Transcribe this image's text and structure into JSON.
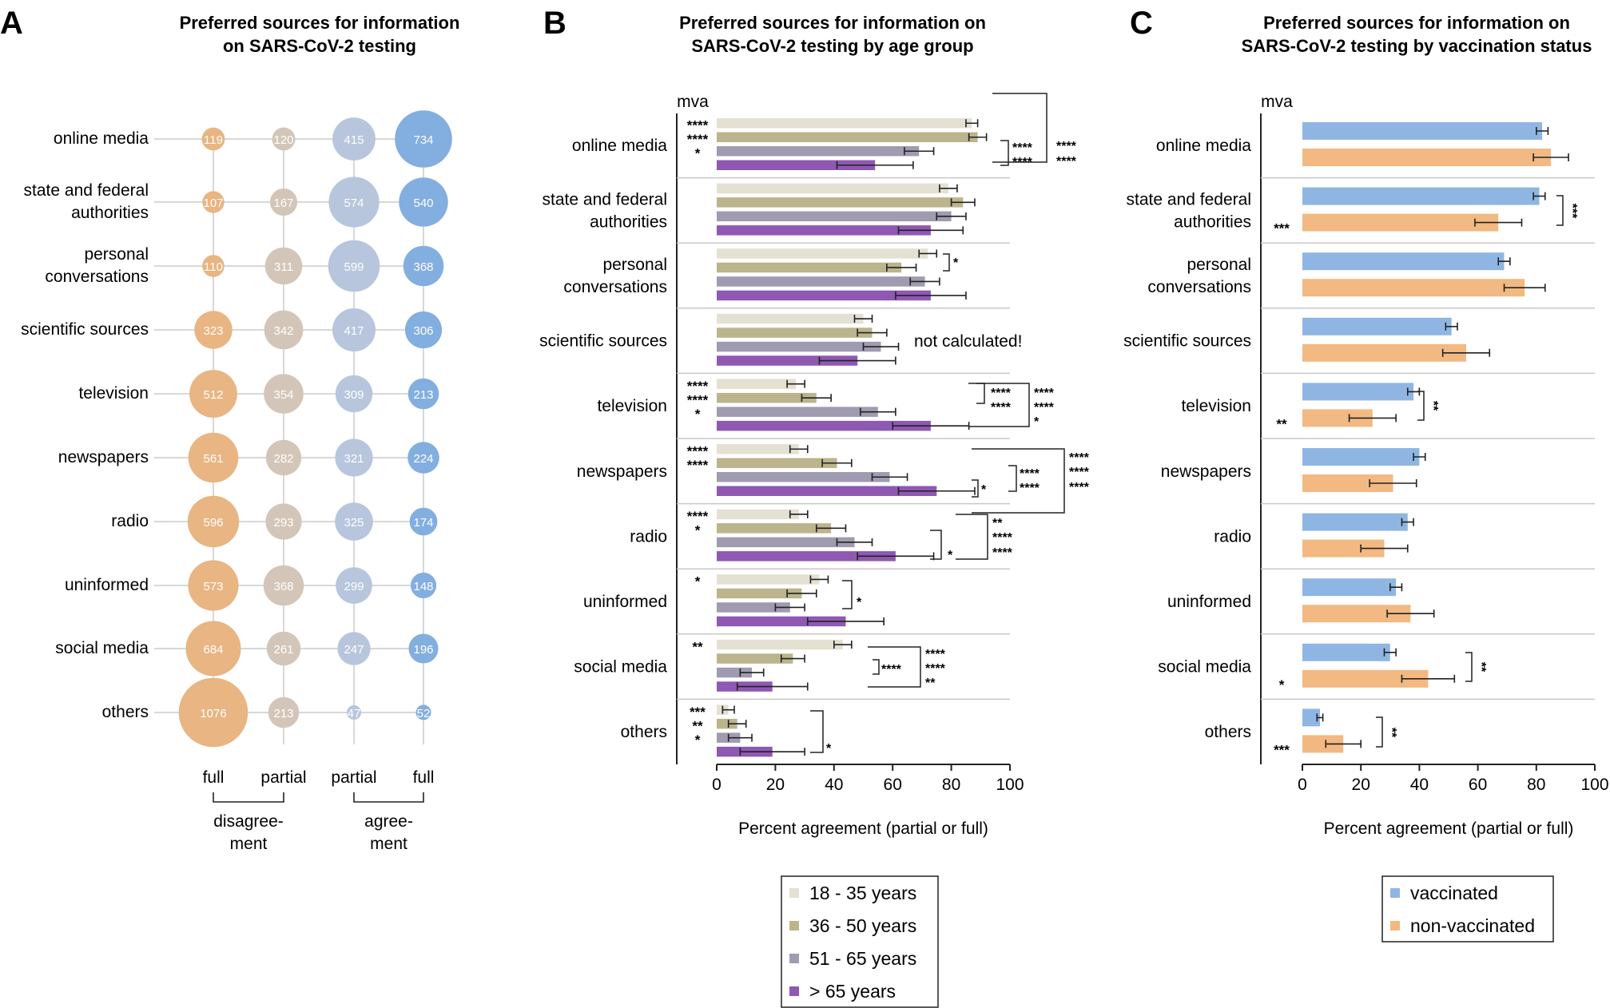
{
  "panels": {
    "a": {
      "letter": "A",
      "title_line1": "Preferred sources for information",
      "title_line2": "on SARS-CoV-2 testing"
    },
    "b": {
      "letter": "B",
      "title_line1": "Preferred sources for information on",
      "title_line2": "SARS-CoV-2 testing by age group"
    },
    "c": {
      "letter": "C",
      "title_line1": "Preferred sources for information on",
      "title_line2": "SARS-CoV-2 testing by vaccination status"
    }
  },
  "chart_data": [
    {
      "panel": "A",
      "type": "bubble",
      "title": "Preferred sources for information on SARS-CoV-2 testing",
      "categories": [
        [
          "online media"
        ],
        [
          "state and federal",
          "authorities"
        ],
        [
          "personal",
          "conversations"
        ],
        [
          "scientific sources"
        ],
        [
          "television"
        ],
        [
          "newspapers"
        ],
        [
          "radio"
        ],
        [
          "uninformed"
        ],
        [
          "social media"
        ],
        [
          "others"
        ]
      ],
      "columns": [
        "full",
        "partial",
        "partial",
        "full"
      ],
      "groups": [
        {
          "label": [
            "disagree-",
            "ment"
          ]
        },
        {
          "label": [
            "agree-",
            "ment"
          ]
        }
      ],
      "colors": [
        "#e8b583",
        "#d3c6b8",
        "#b7c6dd",
        "#83aee0"
      ],
      "values": [
        [
          119,
          120,
          415,
          734
        ],
        [
          107,
          167,
          574,
          540
        ],
        [
          110,
          311,
          599,
          368
        ],
        [
          323,
          342,
          417,
          306
        ],
        [
          512,
          354,
          309,
          213
        ],
        [
          561,
          282,
          321,
          224
        ],
        [
          596,
          293,
          325,
          174
        ],
        [
          573,
          368,
          299,
          148
        ],
        [
          684,
          261,
          247,
          196
        ],
        [
          1076,
          213,
          47,
          52
        ]
      ]
    },
    {
      "panel": "B",
      "type": "bar",
      "orientation": "horizontal",
      "title": "Preferred sources for information on SARS-CoV-2 testing by age group",
      "xlabel": "Percent agreement (partial or full)",
      "xlim": [
        0,
        100
      ],
      "xticks": [
        0,
        20,
        40,
        60,
        80,
        100
      ],
      "mva_label": "mva",
      "note": "not calculated!",
      "categories": [
        [
          "online media"
        ],
        [
          "state and federal",
          "authorities"
        ],
        [
          "personal",
          "conversations"
        ],
        [
          "scientific sources"
        ],
        [
          "television"
        ],
        [
          "newspapers"
        ],
        [
          "radio"
        ],
        [
          "uninformed"
        ],
        [
          "social media"
        ],
        [
          "others"
        ]
      ],
      "series": [
        {
          "name": "18 - 35 years",
          "color": "#e4e0d2",
          "values": [
            87,
            79,
            72,
            50,
            27,
            28,
            28,
            35,
            43,
            4
          ],
          "errors": [
            2,
            3,
            3,
            3,
            3,
            3,
            3,
            3,
            3,
            2
          ]
        },
        {
          "name": "36 - 50 years",
          "color": "#bbb48c",
          "values": [
            89,
            84,
            63,
            53,
            34,
            41,
            39,
            29,
            26,
            7
          ],
          "errors": [
            3,
            4,
            5,
            5,
            5,
            5,
            5,
            5,
            4,
            3
          ]
        },
        {
          "name": "51 - 65 years",
          "color": "#a09bb0",
          "values": [
            69,
            80,
            71,
            56,
            55,
            59,
            47,
            25,
            12,
            8
          ],
          "errors": [
            5,
            5,
            5,
            6,
            6,
            6,
            6,
            5,
            4,
            4
          ]
        },
        {
          "name": "> 65 years",
          "color": "#8e58b3",
          "values": [
            54,
            73,
            73,
            48,
            73,
            75,
            61,
            44,
            19,
            19
          ],
          "errors": [
            13,
            11,
            12,
            13,
            13,
            13,
            13,
            13,
            12,
            11
          ]
        }
      ],
      "mva": [
        [
          "****",
          "****",
          "*"
        ],
        [],
        [],
        [],
        [
          "****",
          "****",
          "*"
        ],
        [
          "****",
          "****"
        ],
        [
          "****",
          "*"
        ],
        [
          "*"
        ],
        [
          "**"
        ],
        [
          "***",
          "**",
          "*"
        ]
      ],
      "legend_placement": "bottom"
    },
    {
      "panel": "C",
      "type": "bar",
      "orientation": "horizontal",
      "title": "Preferred sources for information on SARS-CoV-2 testing by vaccination status",
      "xlabel": "Percent agreement (partial or full)",
      "xlim": [
        0,
        100
      ],
      "xticks": [
        0,
        20,
        40,
        60,
        80,
        100
      ],
      "mva_label": "mva",
      "categories": [
        [
          "online media"
        ],
        [
          "state and federal",
          "authorities"
        ],
        [
          "personal",
          "conversations"
        ],
        [
          "scientific sources"
        ],
        [
          "television"
        ],
        [
          "newspapers"
        ],
        [
          "radio"
        ],
        [
          "uninformed"
        ],
        [
          "social media"
        ],
        [
          "others"
        ]
      ],
      "series": [
        {
          "name": "vaccinated",
          "color": "#8fb6e3",
          "values": [
            82,
            81,
            69,
            51,
            38,
            40,
            36,
            32,
            30,
            6
          ],
          "errors": [
            2,
            2,
            2,
            2,
            2,
            2,
            2,
            2,
            2,
            1
          ]
        },
        {
          "name": "non-vaccinated",
          "color": "#f2b982",
          "values": [
            85,
            67,
            76,
            56,
            24,
            31,
            28,
            37,
            43,
            14
          ],
          "errors": [
            6,
            8,
            7,
            8,
            8,
            8,
            8,
            8,
            9,
            6
          ]
        }
      ],
      "mva": [
        "",
        "***",
        "",
        "",
        "**",
        "",
        "",
        "",
        "*",
        "***"
      ],
      "legend_placement": "bottom"
    }
  ]
}
